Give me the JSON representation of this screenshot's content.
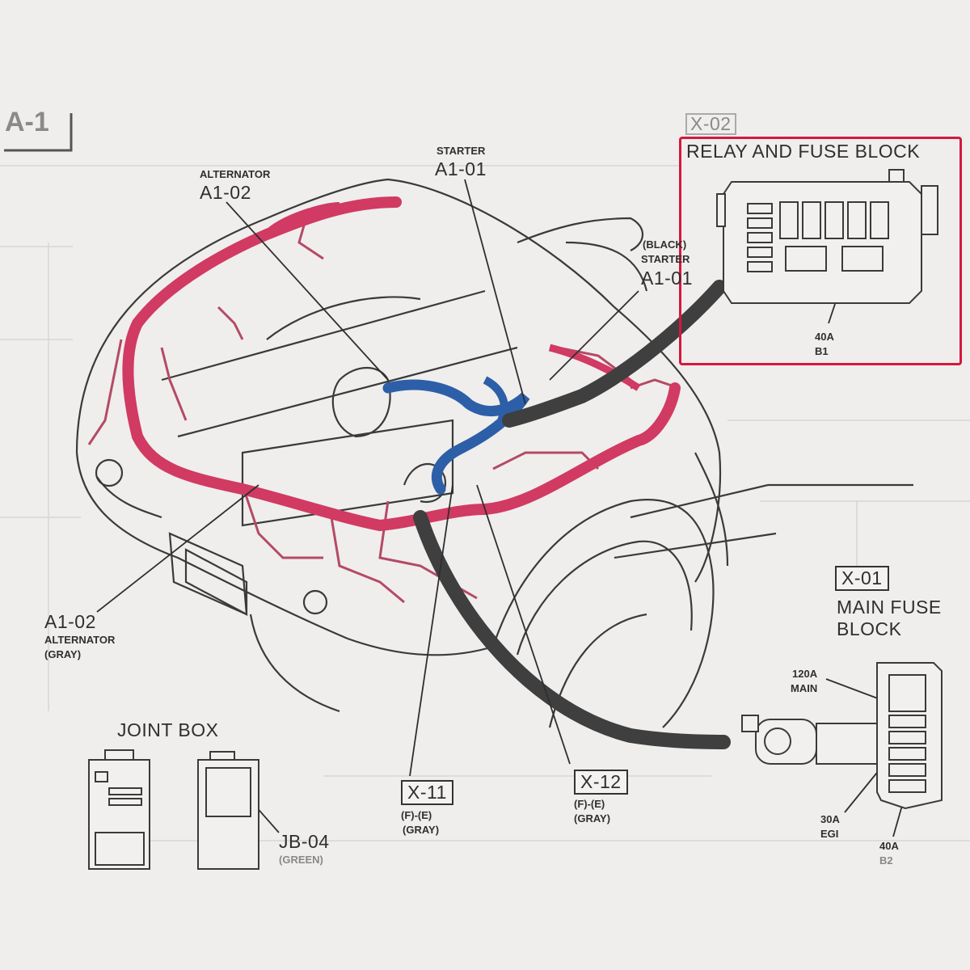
{
  "page": {
    "code": "A-1"
  },
  "colors": {
    "harness_red": "#d13a62",
    "harness_blue": "#2d5fa8",
    "cable_gray": "#3f3f3f",
    "highlight": "#d4183d",
    "ink": "#2f2f2f"
  },
  "labels": {
    "starter_top": {
      "name": "STARTER",
      "code": "A1-01"
    },
    "alternator_top": {
      "name": "ALTERNATOR",
      "code": "A1-02"
    },
    "starter_black": {
      "note": "(BLACK)",
      "name": "STARTER",
      "code": "A1-01"
    },
    "alternator_bottom": {
      "code": "A1-02",
      "name": "ALTERNATOR",
      "note": "(GRAY)"
    },
    "relay_fuse_block": {
      "code": "X-02",
      "title": "RELAY AND FUSE BLOCK",
      "fuse_rating": "40A",
      "fuse_id": "B1"
    },
    "main_fuse_block": {
      "code": "X-01",
      "title_line1": "MAIN FUSE",
      "title_line2": "BLOCK",
      "main_rating": "120A",
      "main_label": "MAIN",
      "egi_rating": "30A",
      "egi_label": "EGI",
      "b2_rating": "40A",
      "b2_label": "B2"
    },
    "x11": {
      "code": "X-11",
      "pins": "(F)-(E)",
      "color": "(GRAY)"
    },
    "x12": {
      "code": "X-12",
      "pins": "(F)-(E)",
      "color": "(GRAY)"
    },
    "joint_box": {
      "title": "JOINT BOX",
      "code": "JB-04",
      "color": "(GREEN)"
    }
  }
}
